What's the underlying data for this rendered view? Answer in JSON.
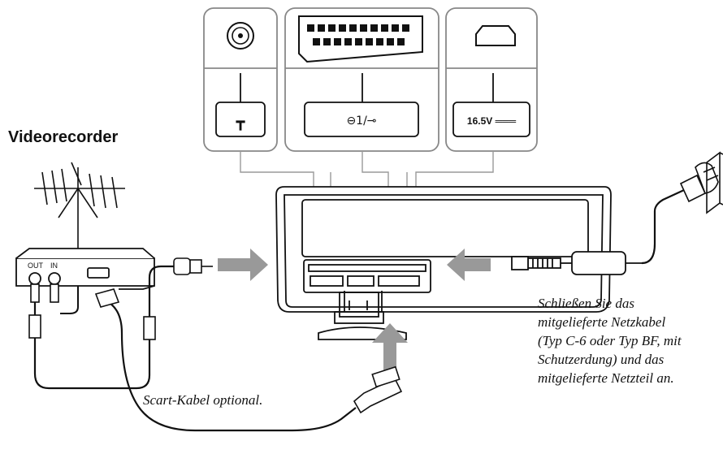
{
  "heading": "Videorecorder",
  "scart_caption": "Scart-Kabel optional.",
  "power_note": [
    "Schließen Sie das",
    "mitgelieferte Netzkabel",
    "(Typ C-6 oder Typ BF, mit",
    "Schutzerdung) und das",
    "mitgelieferte Netzteil an."
  ],
  "connectors": {
    "antenna_symbol": "┳",
    "scart_port": "⊖1/⊸",
    "dc_input": "16.5V ═══"
  },
  "vcr": {
    "out_label": "OUT",
    "in_label": "IN"
  },
  "icons": {
    "antenna": "tv-antenna-icon",
    "vcr": "video-recorder-icon",
    "tv": "tv-rear-icon",
    "adapter": "ac-adapter-icon",
    "plug": "mains-plug-icon"
  },
  "colors": {
    "line": "#111111",
    "arrow": "#999999",
    "panel_border": "#888888",
    "thin_line": "#9a9a9a"
  }
}
